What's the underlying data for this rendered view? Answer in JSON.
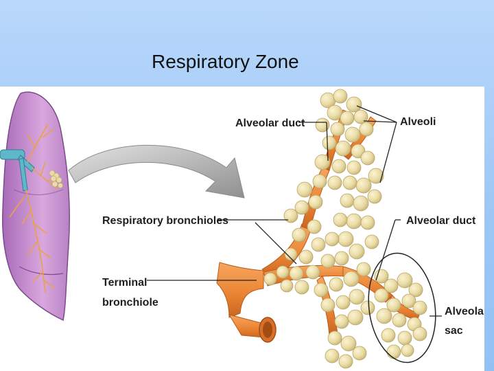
{
  "slide": {
    "title": "Respiratory Zone",
    "background_color": "#9cc5f4"
  },
  "figure": {
    "labels": {
      "alveolar_duct_top": "Alveolar duct",
      "alveoli": "Alveoli",
      "respiratory_bronchioles": "Respiratory bronchioles",
      "alveolar_duct_right": "Alveolar duct",
      "terminal_bronchiole_line1": "Terminal",
      "terminal_bronchiole_line2": "bronchiole",
      "alveolar_sac_line1": "Alveolar",
      "alveolar_sac_line2": "sac"
    },
    "colors": {
      "lung": "#c98fd0",
      "bronchiole": "#ef8a3a",
      "alveolus": "#eadca6",
      "trachea": "#5fb7c9",
      "arrow": "#9a9a9a"
    }
  }
}
